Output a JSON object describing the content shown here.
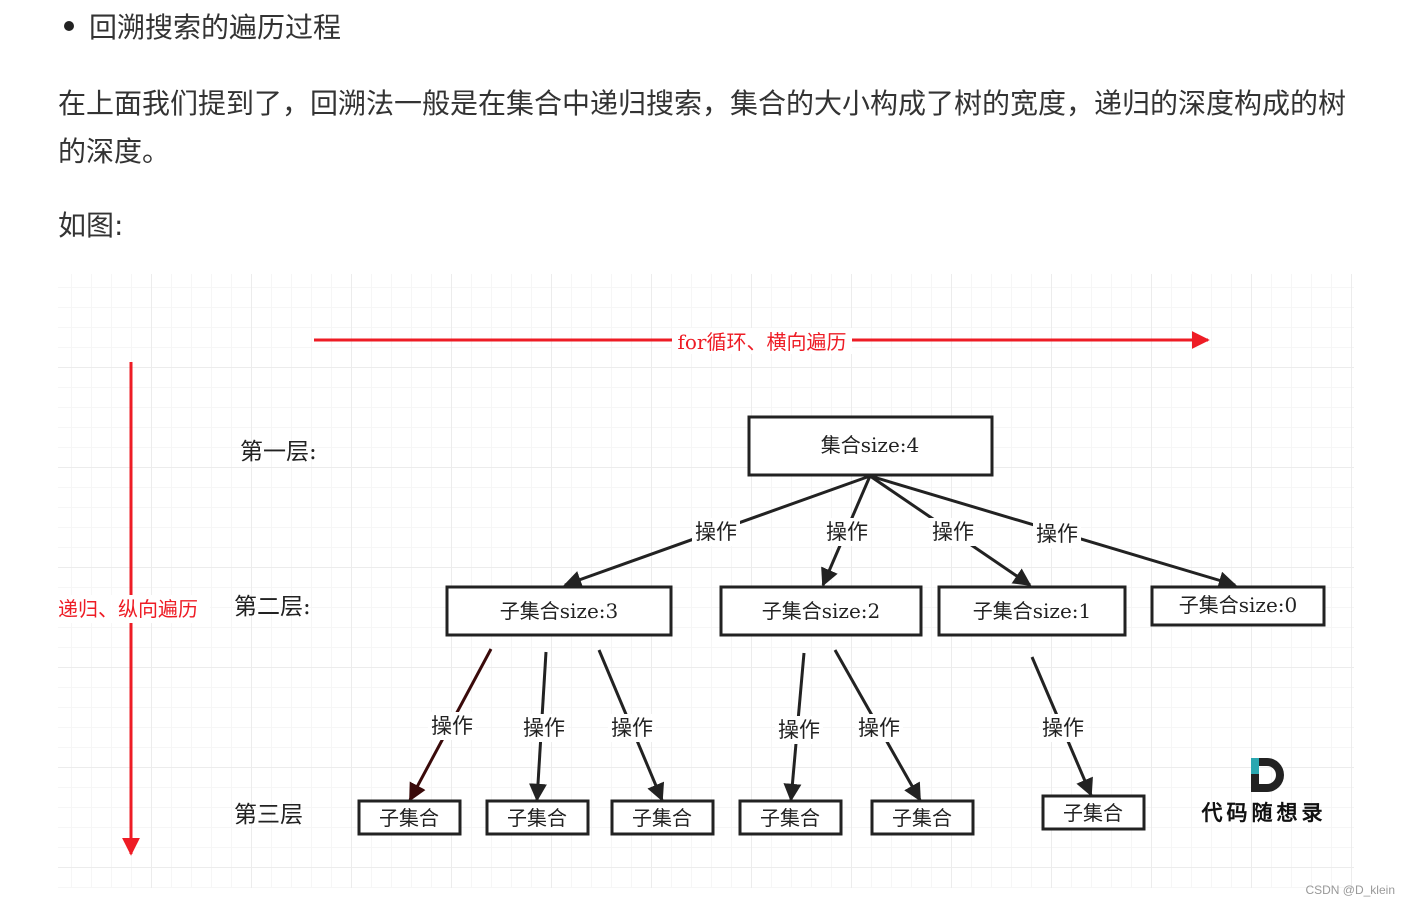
{
  "bullet_text": "回溯搜索的遍历过程",
  "paragraph": "在上面我们提到了，回溯法一般是在集合中递归搜索，集合的大小构成了树的宽度，递归的深度构成的树的深度。",
  "figure_label": "如图:",
  "diagram": {
    "horizontal_label": "for循环、横向遍历",
    "vertical_label": "递归、纵向遍历",
    "levels": [
      "第一层:",
      "第二层:",
      "第三层"
    ],
    "root": "集合size:4",
    "level2": [
      "子集合size:3",
      "子集合size:2",
      "子集合size:1",
      "子集合size:0"
    ],
    "level3": [
      "子集合",
      "子集合",
      "子集合",
      "子集合",
      "子集合",
      "子集合"
    ],
    "edge_label": "操作",
    "logo_text": "代码随想录",
    "colors": {
      "red": "#ee1c25",
      "dark_edge": "#3a0a0a"
    }
  },
  "credit": "CSDN @D_klein"
}
